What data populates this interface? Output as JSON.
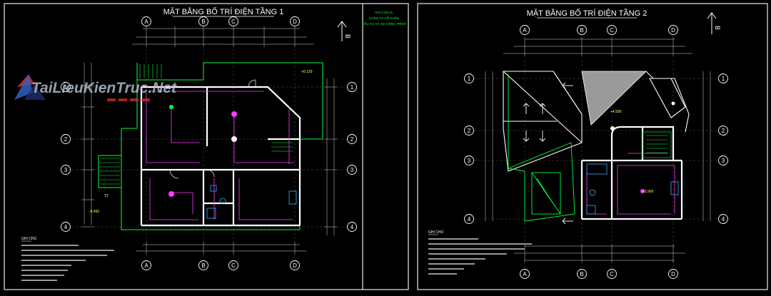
{
  "colors": {
    "background": "#000000",
    "frame": "#e8e8e8",
    "wall": "#ffffff",
    "structure": "#00ff40",
    "dimension": "#d8d8d8",
    "wiring": "#ff3cff",
    "fixture": "#3ab0ff",
    "elevation": "#ffff40",
    "watermark": "#b8c8d8",
    "watermark_accent": "#d83030"
  },
  "watermark": {
    "text": "TaiLieuKienTruc.Net"
  },
  "sheet1": {
    "title": "MẶT BẰNG BỐ TRÍ ĐIỆN TẦNG 1",
    "grid_cols": [
      "A",
      "B",
      "C",
      "D"
    ],
    "grid_rows": [
      "1",
      "2",
      "3",
      "4"
    ],
    "elevation_1": "+0.120",
    "elevation_2": "-0.450",
    "stair_label": "T2",
    "notes_heading": "GHI CHÚ",
    "side_label_1": "GHI CHÚ KL",
    "side_label_2": "CÔNG TY CỔ PHẦN",
    "side_label_3": "ĐẦU TƯ VÀ XD CÔNG TRÌNH"
  },
  "sheet2": {
    "title": "MẶT BẰNG BỐ TRÍ ĐIỆN TẦNG 2",
    "grid_cols": [
      "A",
      "B",
      "C",
      "D"
    ],
    "grid_rows": [
      "1",
      "2",
      "3",
      "4"
    ],
    "elevation_1": "+4.500",
    "elevation_2": "+3.900",
    "notes_heading": "GHI CHÚ"
  }
}
